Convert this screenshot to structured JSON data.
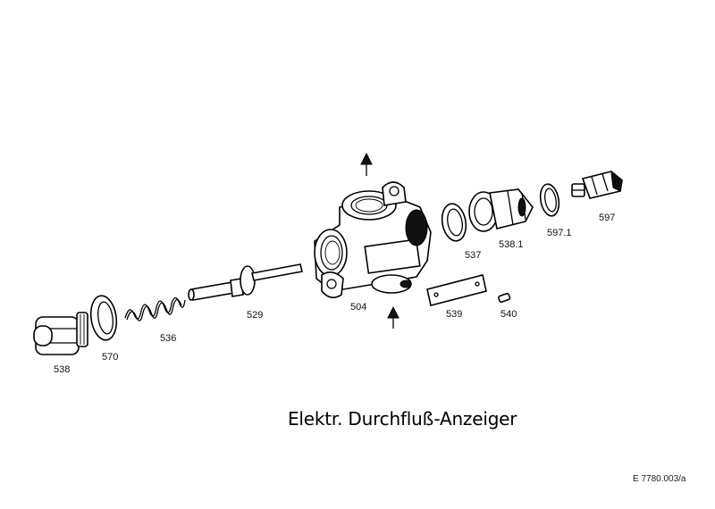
{
  "title": "Elektr. Durchfluß-Anzeiger",
  "reference": "E 7780.003/a",
  "parts": [
    {
      "id": "538",
      "label": "538"
    },
    {
      "id": "570",
      "label": "570"
    },
    {
      "id": "536",
      "label": "536"
    },
    {
      "id": "529",
      "label": "529"
    },
    {
      "id": "504",
      "label": "504"
    },
    {
      "id": "539",
      "label": "539"
    },
    {
      "id": "540",
      "label": "540"
    },
    {
      "id": "537",
      "label": "537"
    },
    {
      "id": "538-1",
      "label": "538.1"
    },
    {
      "id": "597-1",
      "label": "597.1"
    },
    {
      "id": "597",
      "label": "597"
    }
  ],
  "flow_arrows": [
    "up",
    "up"
  ]
}
